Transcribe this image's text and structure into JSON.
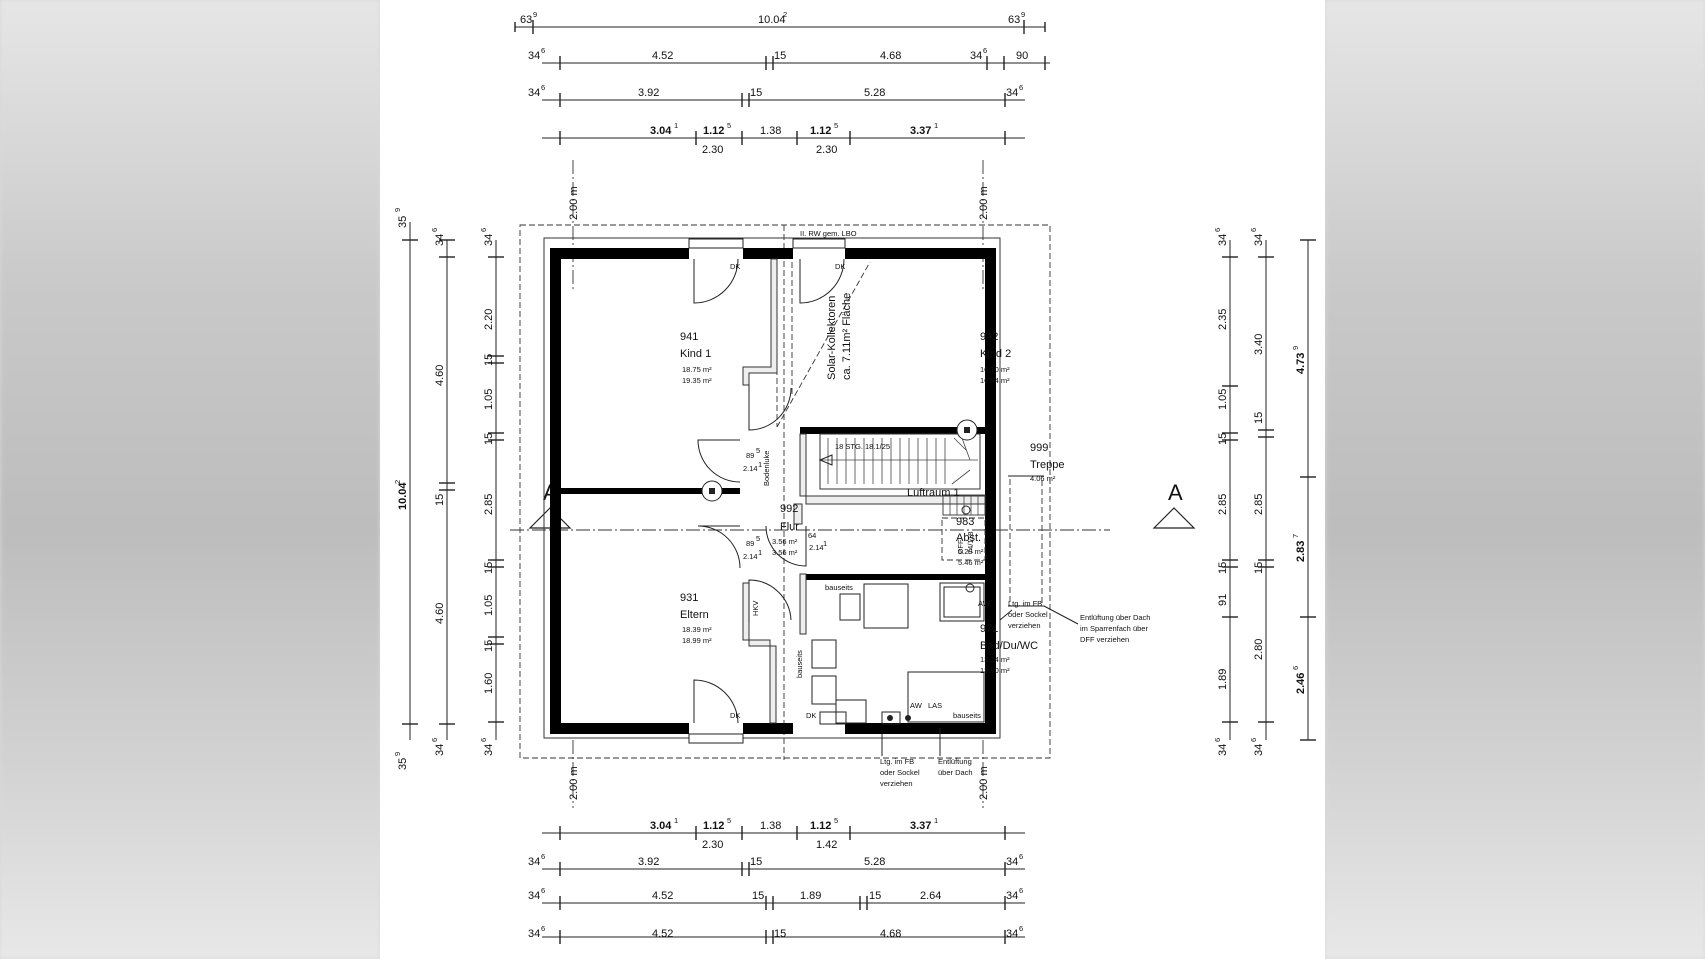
{
  "dims": {
    "top": {
      "r1": [
        "63",
        "9",
        "10.04",
        "2",
        "63",
        "9"
      ],
      "r2": [
        "34",
        "6",
        "4.52",
        "15",
        "4.68",
        "34",
        "6",
        "90"
      ],
      "r3": [
        "34",
        "6",
        "3.92",
        "15",
        "5.28",
        "34",
        "6"
      ],
      "r4": [
        "3.04",
        "1",
        "1.12",
        "5",
        "1.38",
        "1.12",
        "5",
        "3.37",
        "1",
        "2.30",
        "2.30"
      ]
    },
    "bottom": {
      "r1": [
        "3.04",
        "1",
        "1.12",
        "5",
        "1.38",
        "1.12",
        "5",
        "3.37",
        "1",
        "2.30",
        "1.42"
      ],
      "r2": [
        "34",
        "6",
        "3.92",
        "15",
        "5.28",
        "34",
        "6"
      ],
      "r3": [
        "34",
        "6",
        "4.52",
        "15",
        "1.89",
        "15",
        "2.64",
        "34",
        "6"
      ],
      "r4": [
        "34",
        "6",
        "4.52",
        "15",
        "4.68",
        "34",
        "6"
      ]
    },
    "left": {
      "c1": [
        "35",
        "9",
        "10.04",
        "2",
        "35",
        "9"
      ],
      "c2": [
        "34",
        "6",
        "4.60",
        "15",
        "4.60",
        "34",
        "6"
      ],
      "c3": [
        "34",
        "6",
        "2.20",
        "15",
        "1.05",
        "15",
        "2.85",
        "15",
        "1.05",
        "15",
        "1.60",
        "34",
        "6"
      ]
    },
    "right": {
      "c1": [
        "34",
        "6",
        "2.35",
        "1.05",
        "15",
        "2.85",
        "15",
        "91",
        "1.89",
        "34",
        "6"
      ],
      "c2": [
        "34",
        "6",
        "3.40",
        "15",
        "2.85",
        "15",
        "2.80",
        "34",
        "6"
      ],
      "c3": [
        "4.73",
        "9",
        "2.83",
        "7",
        "2.46",
        "6"
      ]
    },
    "setback": "2.00 m"
  },
  "section_label": "A",
  "rooms": [
    {
      "number": "941",
      "name": "Kind 1",
      "area1": "18.75 m²",
      "area2": "19.35 m²"
    },
    {
      "number": "942",
      "name": "Kind 2",
      "area1": "16.10 m²",
      "area2": "16.54 m²"
    },
    {
      "number": "999",
      "name": "Treppe",
      "area1": "4.06 m²"
    },
    {
      "number": "992",
      "name": "Flur",
      "area1": "3.56 m²",
      "area2": "3.56 m²"
    },
    {
      "number": "983",
      "name": "Abst.",
      "area1": "5.29 m²",
      "area2": "5.46 m²"
    },
    {
      "number": "931",
      "name": "Eltern",
      "area1": "18.39 m²",
      "area2": "18.99 m²"
    },
    {
      "number": "971",
      "name": "Bad/Du/WC",
      "area1": "13.24 m²",
      "area2": "13.60 m²"
    }
  ],
  "labels": {
    "luftraum": "Luftraum 1",
    "stairs": "18 STG. 18.1/25",
    "solar1": "Solar-Kollektoren",
    "solar2": "ca. 7.11m² Fläche",
    "rw": "II. RW gem. LBO",
    "dk": "DK",
    "bodenluke": "Bodenluke",
    "hkv": "HKV",
    "bauseits": "bauseits",
    "aw": "AW",
    "las": "LAS",
    "dff": "DFF",
    "dff_size": "74/118",
    "door_89": "89",
    "door_89_sup": "5",
    "door_214": "2.14",
    "door_214_sup": "1",
    "door_64": "64",
    "note_fb1": "Ltg. im FB",
    "note_fb2": "oder Sockel",
    "note_fb3": "verziehen",
    "note_vent1": "Entlüftung über Dach",
    "note_vent2": "im Sparrenfach über",
    "note_vent3": "DFF verziehen",
    "note_vent_b1": "Entlüftung",
    "note_vent_b2": "über Dach"
  }
}
